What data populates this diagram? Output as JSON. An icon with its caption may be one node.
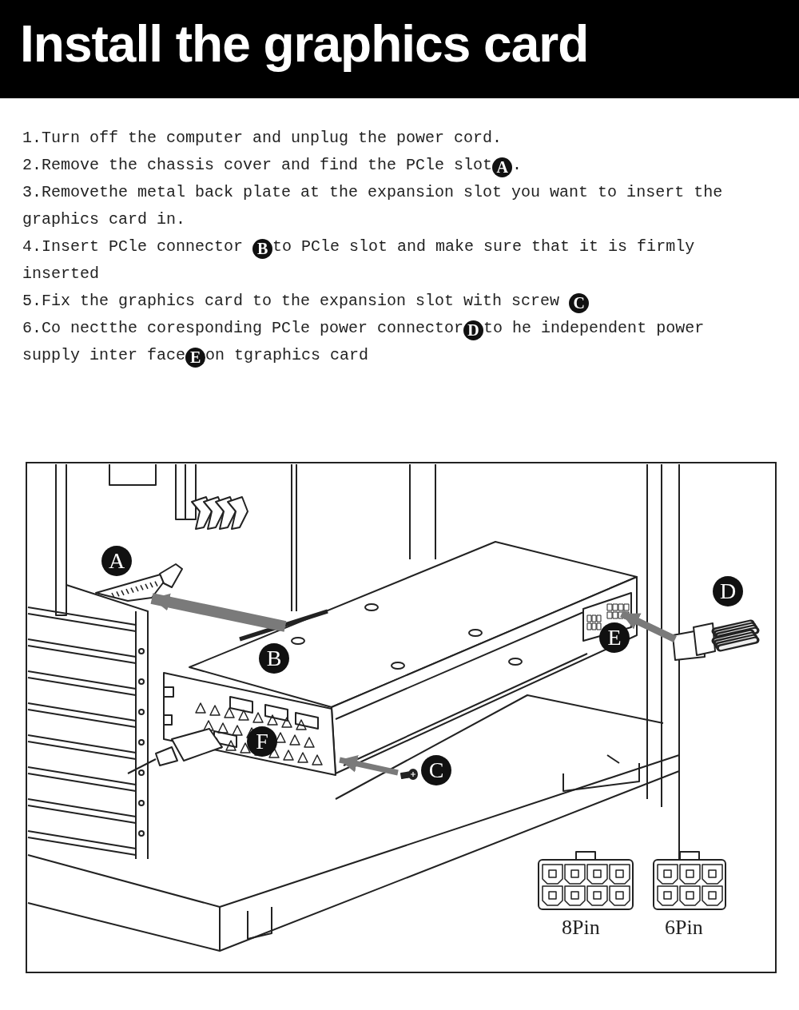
{
  "diagram": {
    "title": "Install the graphics card",
    "nodes": [
      {
        "text": [
          "A"
        ]
      },
      {
        "text": [
          "D"
        ]
      },
      {
        "text": [
          "E"
        ],
        "in": 7
      },
      {
        "text": [
          "B"
        ],
        "in": 7
      },
      {
        "text": [
          "F"
        ]
      },
      {
        "text": [
          "C"
        ]
      },
      {
        "text": [],
        "shape": "picture"
      },
      {
        "text": [],
        "shape": "picture"
      },
      {
        "text": [],
        "shape": "picture"
      },
      {
        "text": [],
        "shape": "picture"
      },
      {
        "text": [],
        "shape": "picture",
        "in": 7
      }
    ],
    "edges": [
      {
        "from": 7,
        "to": 6,
        "arrow": "to"
      },
      {
        "from": 9,
        "to": 10,
        "arrow": "to"
      },
      {
        "from": 8,
        "to": 7,
        "arrow": "to"
      }
    ],
    "labels": [
      "1.Turn off the computer and unplug the power cord.",
      "2.Remove the chassis cover and find the PCle slot**A**.",
      "3.Removethe metal back plate at the expansion slot you want to insert the graphics card in.",
      "4.Insert PCle connector **B**to PCle slot and make sure that it is firmly inserted",
      "5.Fix the graphics card to the expansion slot with screw **C**",
      "6.Co nectthe coresponding PCle power connector**D**to he independent power supply inter face**E**on tgraphics card",
      "8Pin",
      "6Pin"
    ]
  }
}
